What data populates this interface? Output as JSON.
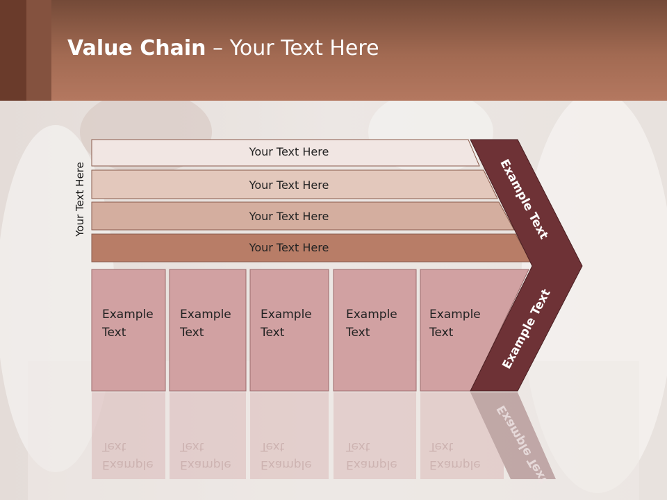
{
  "title": {
    "bold": "Value Chain",
    "rest": " – Your Text Here"
  },
  "side_label": "Your Text Here",
  "bars": [
    {
      "label": "Your Text Here",
      "color": "#f1e6e3"
    },
    {
      "label": "Your Text Here",
      "color": "#e3c8bc"
    },
    {
      "label": "Your Text Here",
      "color": "#d4ae9f"
    },
    {
      "label": "Your Text Here",
      "color": "#b87d67"
    }
  ],
  "boxes": [
    {
      "label": "Example\nText"
    },
    {
      "label": "Example\nText"
    },
    {
      "label": "Example\nText"
    },
    {
      "label": "Example\nText"
    },
    {
      "label": "Example\nText"
    }
  ],
  "chevron": {
    "top_label": "Example Text",
    "bottom_label": "Example Text",
    "color": "#6e3236"
  },
  "colors": {
    "box_fill": "#d1a1a2",
    "header": "#a86d55"
  }
}
